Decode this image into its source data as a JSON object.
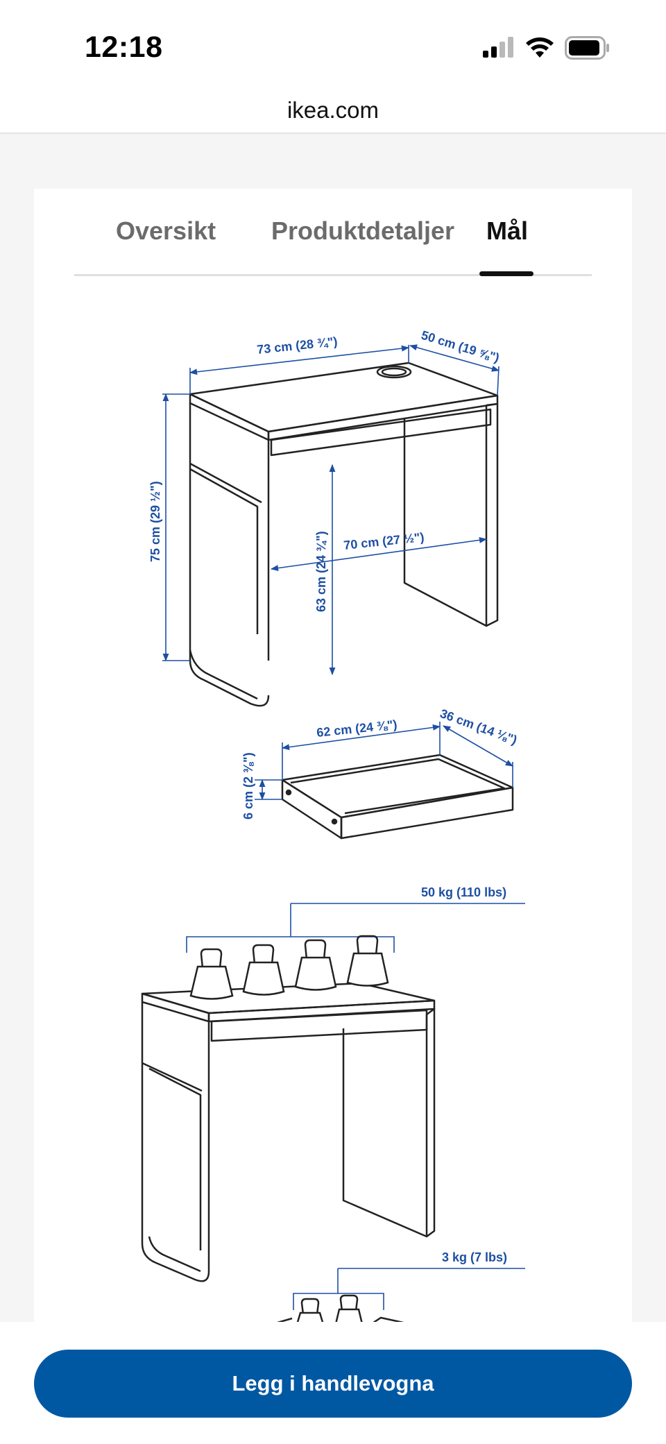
{
  "status_bar": {
    "time": "12:18"
  },
  "browser": {
    "url": "ikea.com"
  },
  "tabs": [
    {
      "label": "Oversikt"
    },
    {
      "label": "Produktdetaljer"
    },
    {
      "label": "Mål"
    }
  ],
  "dimensions": {
    "desk_width": "73 cm (28 ¾\")",
    "desk_depth": "50 cm (19 ⅝\")",
    "desk_height": "75 cm (29 ½\")",
    "knee_height": "63 cm (24 ¾\")",
    "knee_width": "70 cm (27 ½\")",
    "drawer_width": "62 cm (24 ⅜\")",
    "drawer_depth": "36 cm (14 ⅛\")",
    "drawer_height": "6 cm (2 ⅜\")"
  },
  "load": {
    "tabletop_max": "50 kg (110 lbs)",
    "drawer_max": "3 kg (7 lbs)"
  },
  "actions": {
    "add_to_cart": "Legg i handlevogna"
  }
}
